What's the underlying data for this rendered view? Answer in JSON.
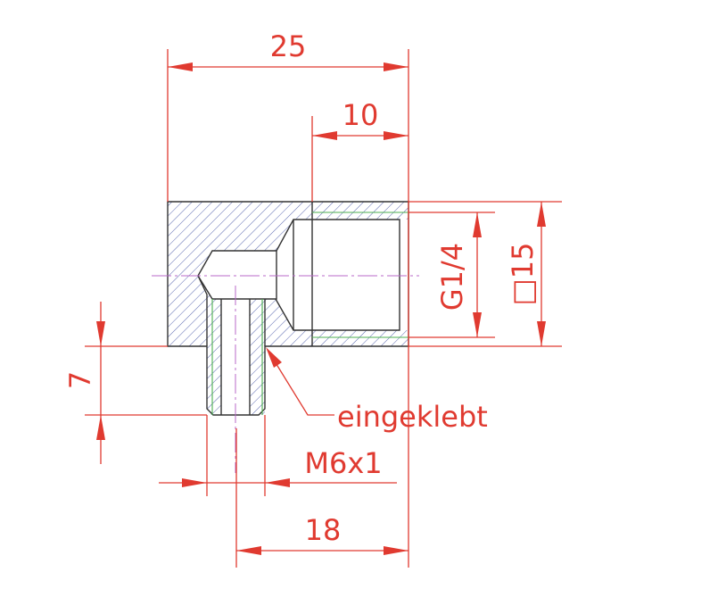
{
  "dimensions": {
    "overall_length": "25",
    "bore_depth": "10",
    "thread_large": "G1/4",
    "square_size": "□15",
    "tube_projection": "7",
    "thread_small": "M6x1",
    "tube_position": "18"
  },
  "annotation": "eingeklebt",
  "colors": {
    "dimension": "#e03a30",
    "hatch": "#5a68b0",
    "thread": "#4caf50",
    "centerline": "#b86ac8"
  }
}
